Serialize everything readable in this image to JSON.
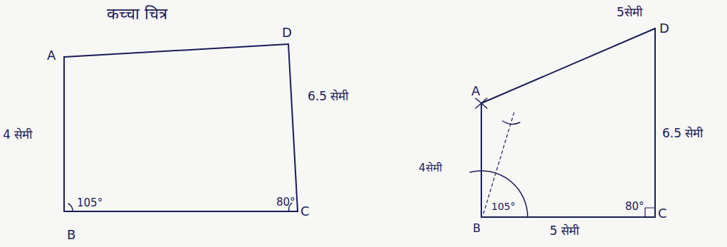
{
  "diagram": {
    "labels": [
      "कच्चा चित्र",
      "A",
      "D",
      "4 सेमी",
      "6.5 सेमी",
      "105°",
      "80°",
      "B",
      "C",
      "5सेमी",
      "A",
      "6.5 सेमी",
      "4सेमी",
      "105°",
      "80°",
      "B",
      "C",
      "5 सेमी",
      "D"
    ]
  }
}
